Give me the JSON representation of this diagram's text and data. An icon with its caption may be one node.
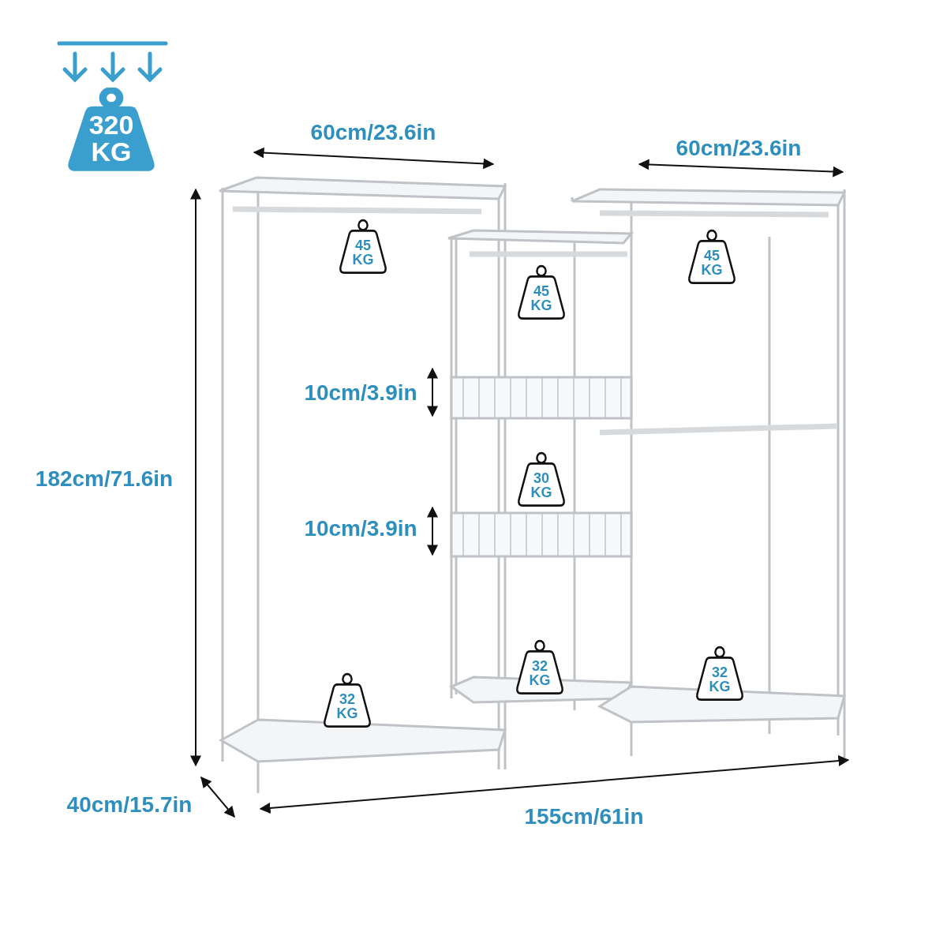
{
  "diagram": {
    "nodes": [
      {
        "text": [
          "320 KG"
        ]
      },
      {
        "text": [
          "45 KG"
        ]
      },
      {
        "text": [
          "45 KG"
        ]
      },
      {
        "text": [
          "45 KG"
        ]
      },
      {
        "text": [
          "30 KG"
        ]
      },
      {
        "text": [
          "32 KG"
        ]
      },
      {
        "text": [
          "32 KG"
        ]
      },
      {
        "text": [
          "32 KG"
        ]
      }
    ],
    "edges": [],
    "labels": [
      "60cm/23.6in",
      "60cm/23.6in",
      "10cm/3.9in",
      "182cm/71.6in",
      "10cm/3.9in",
      "40cm/15.7in",
      "155cm/61in"
    ]
  }
}
